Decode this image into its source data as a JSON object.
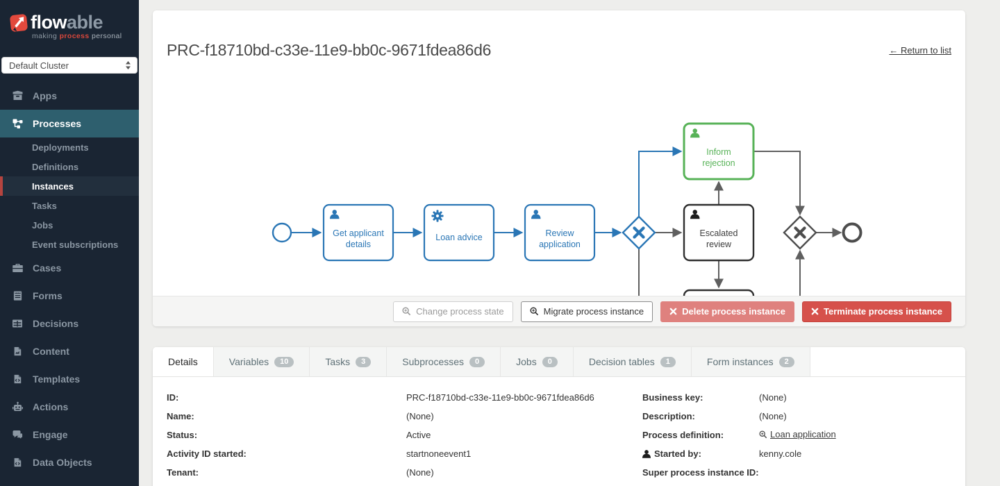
{
  "colors": {
    "sidebar_bg": "#1a2533",
    "sidebar_active_teal": "#2e5f6e",
    "sidebar_active_red_border": "#b5443f",
    "brand_red": "#e2493d",
    "bpmn_blue": "#2a76b5",
    "bpmn_green": "#57b257",
    "bpmn_dark": "#2f2f2f",
    "danger_red": "#d6514b",
    "danger_light": "#df817e"
  },
  "sidebar": {
    "logo": {
      "brand_bold": "flow",
      "brand_light": "able",
      "tagline_1": "making ",
      "tagline_accent": "process",
      "tagline_2": " personal"
    },
    "cluster_select": {
      "value": "Default Cluster"
    },
    "nav": [
      {
        "label": "Apps"
      },
      {
        "label": "Processes"
      },
      {
        "label": "Cases"
      },
      {
        "label": "Forms"
      },
      {
        "label": "Decisions"
      },
      {
        "label": "Content"
      },
      {
        "label": "Templates"
      },
      {
        "label": "Actions"
      },
      {
        "label": "Engage"
      },
      {
        "label": "Data Objects"
      }
    ],
    "process_children": [
      {
        "label": "Deployments"
      },
      {
        "label": "Definitions"
      },
      {
        "label": "Instances"
      },
      {
        "label": "Tasks"
      },
      {
        "label": "Jobs"
      },
      {
        "label": "Event subscriptions"
      }
    ]
  },
  "header": {
    "title": "PRC-f18710bd-c33e-11e9-bb0c-9671fdea86d6",
    "return_link": "← Return to list"
  },
  "diagram": {
    "events": [
      {
        "type": "start"
      },
      {
        "type": "end"
      }
    ],
    "gateways": [
      {
        "type": "exclusive",
        "highlight": "blue"
      },
      {
        "type": "exclusive",
        "highlight": "none"
      }
    ],
    "tasks": [
      {
        "name": "Get applicant details",
        "line1": "Get applicant",
        "line2": "details",
        "type": "user",
        "highlight": "blue"
      },
      {
        "name": "Loan advice",
        "line1": "Loan advice",
        "line2": "",
        "type": "service",
        "highlight": "blue"
      },
      {
        "name": "Review application",
        "line1": "Review",
        "line2": "application",
        "type": "user",
        "highlight": "blue"
      },
      {
        "name": "Inform rejection",
        "line1": "Inform",
        "line2": "rejection",
        "type": "user",
        "highlight": "green"
      },
      {
        "name": "Escalated review",
        "line1": "Escalated",
        "line2": "review",
        "type": "user",
        "highlight": "none"
      }
    ]
  },
  "actions": {
    "change_state": "Change process state",
    "migrate": "Migrate process instance",
    "delete": "Delete process instance",
    "terminate": "Terminate process instance"
  },
  "tabs": [
    {
      "label": "Details"
    },
    {
      "label": "Variables",
      "count": "10"
    },
    {
      "label": "Tasks",
      "count": "3"
    },
    {
      "label": "Subprocesses",
      "count": "0"
    },
    {
      "label": "Jobs",
      "count": "0"
    },
    {
      "label": "Decision tables",
      "count": "1"
    },
    {
      "label": "Form instances",
      "count": "2"
    }
  ],
  "details": {
    "left": [
      {
        "label": "ID:",
        "value": "PRC-f18710bd-c33e-11e9-bb0c-9671fdea86d6"
      },
      {
        "label": "Name:",
        "value": "(None)"
      },
      {
        "label": "Status:",
        "value": "Active"
      },
      {
        "label": "Activity ID started:",
        "value": "startnoneevent1"
      },
      {
        "label": "Tenant:",
        "value": "(None)"
      }
    ],
    "right": [
      {
        "label": "Business key:",
        "value": "(None)"
      },
      {
        "label": "Description:",
        "value": "(None)"
      },
      {
        "label": "Process definition:",
        "value": "Loan application"
      },
      {
        "label": "Started by:",
        "value": "kenny.cole"
      },
      {
        "label": "Super process instance ID:",
        "value": ""
      }
    ]
  }
}
